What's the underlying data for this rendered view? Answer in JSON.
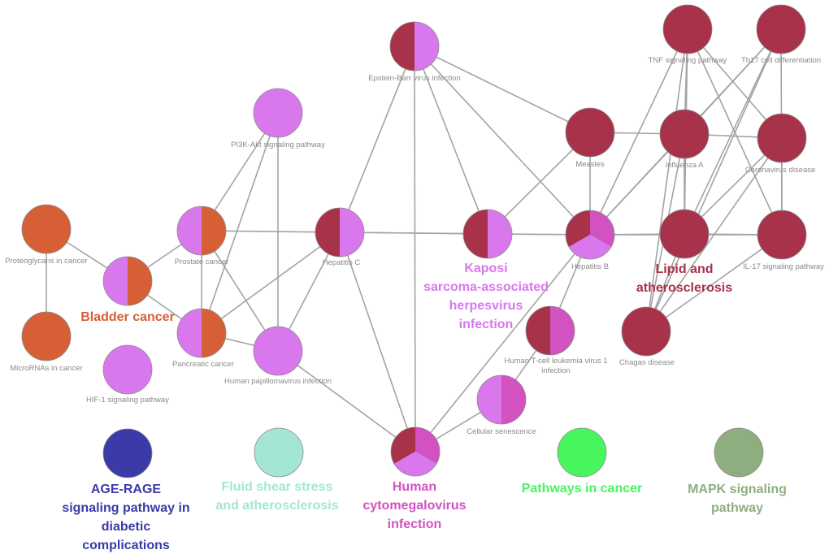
{
  "colors": {
    "crimson": "#a8324a",
    "violet": "#d878ec",
    "orange": "#d65f36",
    "magenta": "#d152c0",
    "navy": "#3a3aa8",
    "mint": "#a3e6d6",
    "green": "#47f55f",
    "sage": "#8fae7f",
    "edge": "#a3a3a3",
    "node_label": "#8a8a8a"
  },
  "nodes": [
    {
      "id": "ebv",
      "label": "Epstein-Barr virus infection",
      "colors": [
        "crimson",
        "violet"
      ]
    },
    {
      "id": "tnf",
      "label": "TNF signaling pathway",
      "colors": [
        "crimson"
      ]
    },
    {
      "id": "th17",
      "label": "Th17 cell differentiation",
      "colors": [
        "crimson"
      ]
    },
    {
      "id": "pi3k",
      "label": "PI3K-Akt signaling pathway",
      "colors": [
        "violet"
      ]
    },
    {
      "id": "measles",
      "label": "Measles",
      "colors": [
        "crimson"
      ]
    },
    {
      "id": "influenza",
      "label": "Influenza A",
      "colors": [
        "crimson"
      ]
    },
    {
      "id": "corona",
      "label": "Coronavirus disease",
      "colors": [
        "crimson"
      ]
    },
    {
      "id": "proteo",
      "label": "Proteoglycans in cancer",
      "colors": [
        "orange"
      ]
    },
    {
      "id": "prostate",
      "label": "Prostate cancer",
      "colors": [
        "violet",
        "orange"
      ]
    },
    {
      "id": "hepc",
      "label": "Hepatitis C",
      "colors": [
        "crimson",
        "violet"
      ]
    },
    {
      "id": "kaposi",
      "label": "",
      "colors": [
        "crimson",
        "violet"
      ]
    },
    {
      "id": "hepb",
      "label": "Hepatitis B",
      "colors": [
        "crimson",
        "magenta",
        "violet"
      ]
    },
    {
      "id": "lipid",
      "label": "",
      "colors": [
        "crimson"
      ]
    },
    {
      "id": "il17",
      "label": "IL-17 signaling pathway",
      "colors": [
        "crimson"
      ]
    },
    {
      "id": "bladder",
      "label": "",
      "colors": [
        "violet",
        "orange"
      ]
    },
    {
      "id": "htlv",
      "label": "Human T-cell leukemia virus 1 infection",
      "colors": [
        "crimson",
        "magenta"
      ]
    },
    {
      "id": "chagas",
      "label": "Chagas disease",
      "colors": [
        "crimson"
      ]
    },
    {
      "id": "mirna",
      "label": "MicroRNAs in cancer",
      "colors": [
        "orange"
      ]
    },
    {
      "id": "pancreatic",
      "label": "Pancreatic cancer",
      "colors": [
        "violet",
        "orange"
      ]
    },
    {
      "id": "hpv",
      "label": "Human papillomavirus infection",
      "colors": [
        "violet"
      ]
    },
    {
      "id": "hif1",
      "label": "HIF-1 signaling pathway",
      "colors": [
        "violet"
      ]
    },
    {
      "id": "senescence",
      "label": "Cellular senescence",
      "colors": [
        "violet",
        "magenta"
      ]
    },
    {
      "id": "hcmv",
      "label": "",
      "colors": [
        "crimson",
        "magenta",
        "violet"
      ]
    },
    {
      "id": "agerage",
      "label": "",
      "colors": [
        "navy"
      ]
    },
    {
      "id": "fluid",
      "label": "",
      "colors": [
        "mint"
      ]
    },
    {
      "id": "pathways_cancer",
      "label": "",
      "colors": [
        "green"
      ]
    },
    {
      "id": "mapk",
      "label": "",
      "colors": [
        "sage"
      ]
    }
  ],
  "edges": [
    [
      "ebv",
      "hepc"
    ],
    [
      "ebv",
      "kaposi"
    ],
    [
      "ebv",
      "hepb"
    ],
    [
      "ebv",
      "hcmv"
    ],
    [
      "ebv",
      "measles"
    ],
    [
      "pi3k",
      "prostate"
    ],
    [
      "pi3k",
      "pancreatic"
    ],
    [
      "pi3k",
      "hpv"
    ],
    [
      "proteo",
      "bladder"
    ],
    [
      "proteo",
      "mirna"
    ],
    [
      "prostate",
      "bladder"
    ],
    [
      "prostate",
      "pancreatic"
    ],
    [
      "prostate",
      "hpv"
    ],
    [
      "prostate",
      "hepc"
    ],
    [
      "hepc",
      "pancreatic"
    ],
    [
      "hepc",
      "hpv"
    ],
    [
      "hepc",
      "kaposi"
    ],
    [
      "hepc",
      "hepb"
    ],
    [
      "hepc",
      "hcmv"
    ],
    [
      "kaposi",
      "hepb"
    ],
    [
      "kaposi",
      "measles"
    ],
    [
      "hepb",
      "measles"
    ],
    [
      "hepb",
      "influenza"
    ],
    [
      "hepb",
      "lipid"
    ],
    [
      "hepb",
      "il17"
    ],
    [
      "hepb",
      "htlv"
    ],
    [
      "hepb",
      "tnf"
    ],
    [
      "hepb",
      "hcmv"
    ],
    [
      "measles",
      "influenza"
    ],
    [
      "tnf",
      "influenza"
    ],
    [
      "tnf",
      "lipid"
    ],
    [
      "tnf",
      "il17"
    ],
    [
      "tnf",
      "chagas"
    ],
    [
      "tnf",
      "corona"
    ],
    [
      "th17",
      "influenza"
    ],
    [
      "th17",
      "lipid"
    ],
    [
      "th17",
      "il17"
    ],
    [
      "th17",
      "chagas"
    ],
    [
      "th17",
      "hepb"
    ],
    [
      "influenza",
      "corona"
    ],
    [
      "influenza",
      "lipid"
    ],
    [
      "influenza",
      "chagas"
    ],
    [
      "corona",
      "il17"
    ],
    [
      "corona",
      "lipid"
    ],
    [
      "corona",
      "chagas"
    ],
    [
      "lipid",
      "il17"
    ],
    [
      "lipid",
      "chagas"
    ],
    [
      "il17",
      "chagas"
    ],
    [
      "bladder",
      "pancreatic"
    ],
    [
      "pancreatic",
      "hpv"
    ],
    [
      "hpv",
      "hcmv"
    ],
    [
      "htlv",
      "senescence"
    ],
    [
      "senescence",
      "hcmv"
    ]
  ],
  "group_labels": [
    {
      "id": "bladder_cancer",
      "lines": [
        "Bladder cancer"
      ],
      "color": "orange"
    },
    {
      "id": "kaposi",
      "lines": [
        "Kaposi",
        "sarcoma-associated",
        "herpesvirus",
        "infection"
      ],
      "color": "violet"
    },
    {
      "id": "lipid",
      "lines": [
        "Lipid and",
        "atherosclerosis"
      ],
      "color": "crimson"
    },
    {
      "id": "hcmv",
      "lines": [
        "Human",
        "cytomegalovirus",
        "infection"
      ],
      "color": "magenta"
    },
    {
      "id": "agerage",
      "lines": [
        "AGE-RAGE",
        "signaling pathway in",
        "diabetic",
        "complications"
      ],
      "color": "navy"
    },
    {
      "id": "fluid",
      "lines": [
        "Fluid shear stress",
        "and atherosclerosis"
      ],
      "color": "mint"
    },
    {
      "id": "pathways_cancer",
      "lines": [
        "Pathways in cancer"
      ],
      "color": "green"
    },
    {
      "id": "mapk",
      "lines": [
        "MAPK signaling",
        "pathway"
      ],
      "color": "sage"
    }
  ]
}
